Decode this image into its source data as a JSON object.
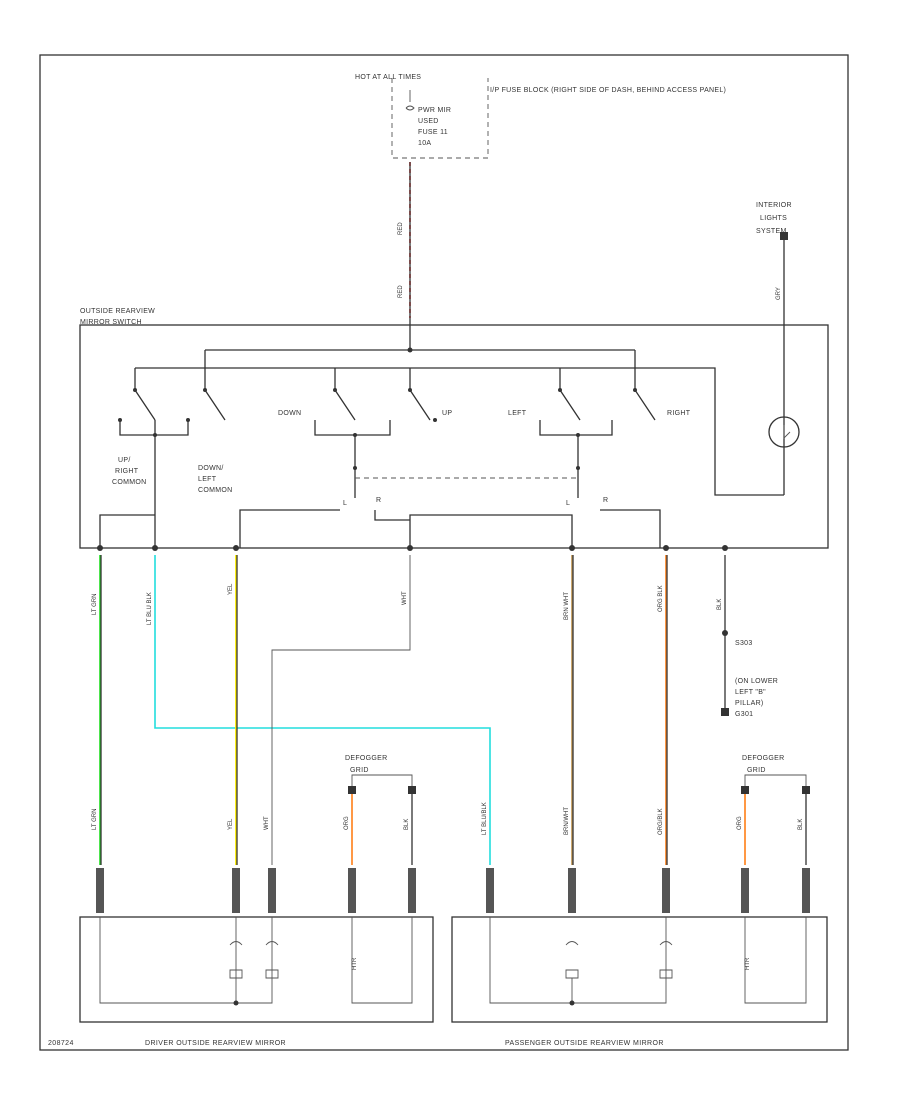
{
  "colors": {
    "line": "#333333",
    "red": "#ff2020",
    "green": "#22dd22",
    "light_blue": "#22dddd",
    "yellow": "#ffee00",
    "tan": "#c8a060",
    "orange": "#ff8c30"
  },
  "power": {
    "hot_label": "HOT AT ALL TIMES",
    "fuse_box": "I/P FUSE BLOCK (RIGHT SIDE OF DASH, BEHIND ACCESS PANEL)",
    "fuse_lines": [
      "PWR MIR",
      "USED",
      "FUSE 11",
      "10A"
    ]
  },
  "interior_lights": "INTERIOR LIGHTS SYSTEM",
  "switch": {
    "title_line1": "OUTSIDE REARVIEW",
    "title_line2": "MIRROR SWITCH",
    "up_right_common_1": "UP/",
    "up_right_common_2": "RIGHT",
    "up_right_common_3": "COMMON",
    "down_left_common_1": "DOWN/",
    "down_left_common_2": "LEFT",
    "down_left_common_3": "COMMON",
    "down": "DOWN",
    "up": "UP",
    "left": "LEFT",
    "right": "RIGHT",
    "l": "L",
    "r": "R"
  },
  "wires": {
    "red_top": "RED",
    "red_bottom": "RED",
    "gry": "GRY",
    "lt_grn": "LT GRN",
    "lt_blu_blk": "LT BLU BLK",
    "yel": "YEL",
    "wht": "WHT",
    "brn_wht": "BRN WHT",
    "org_blk": "ORG BLK",
    "blk": "BLK",
    "lt_grn_b": "LT GRN",
    "yel_b": "YEL",
    "wht_b": "WHT",
    "lt_blu_blk_b": "LT BLU/BLK",
    "brn_wht_b": "BRN/WHT",
    "org_blk_b": "ORG/BLK",
    "org_1": "ORG",
    "blk_1": "BLK",
    "org_2": "ORG",
    "blk_2": "BLK"
  },
  "ground": {
    "splice": "S303",
    "location": "(ON LOWER LEFT \"B\" PILLAR)",
    "id": "G301"
  },
  "defogger_1": "DEFOGGER GRID",
  "defogger_2": "DEFOGGER GRID",
  "footer": {
    "code": "208724",
    "driver_mirror": "DRIVER OUTSIDE REARVIEW MIRROR",
    "passenger_mirror": "PASSENGER OUTSIDE REARVIEW MIRROR"
  }
}
